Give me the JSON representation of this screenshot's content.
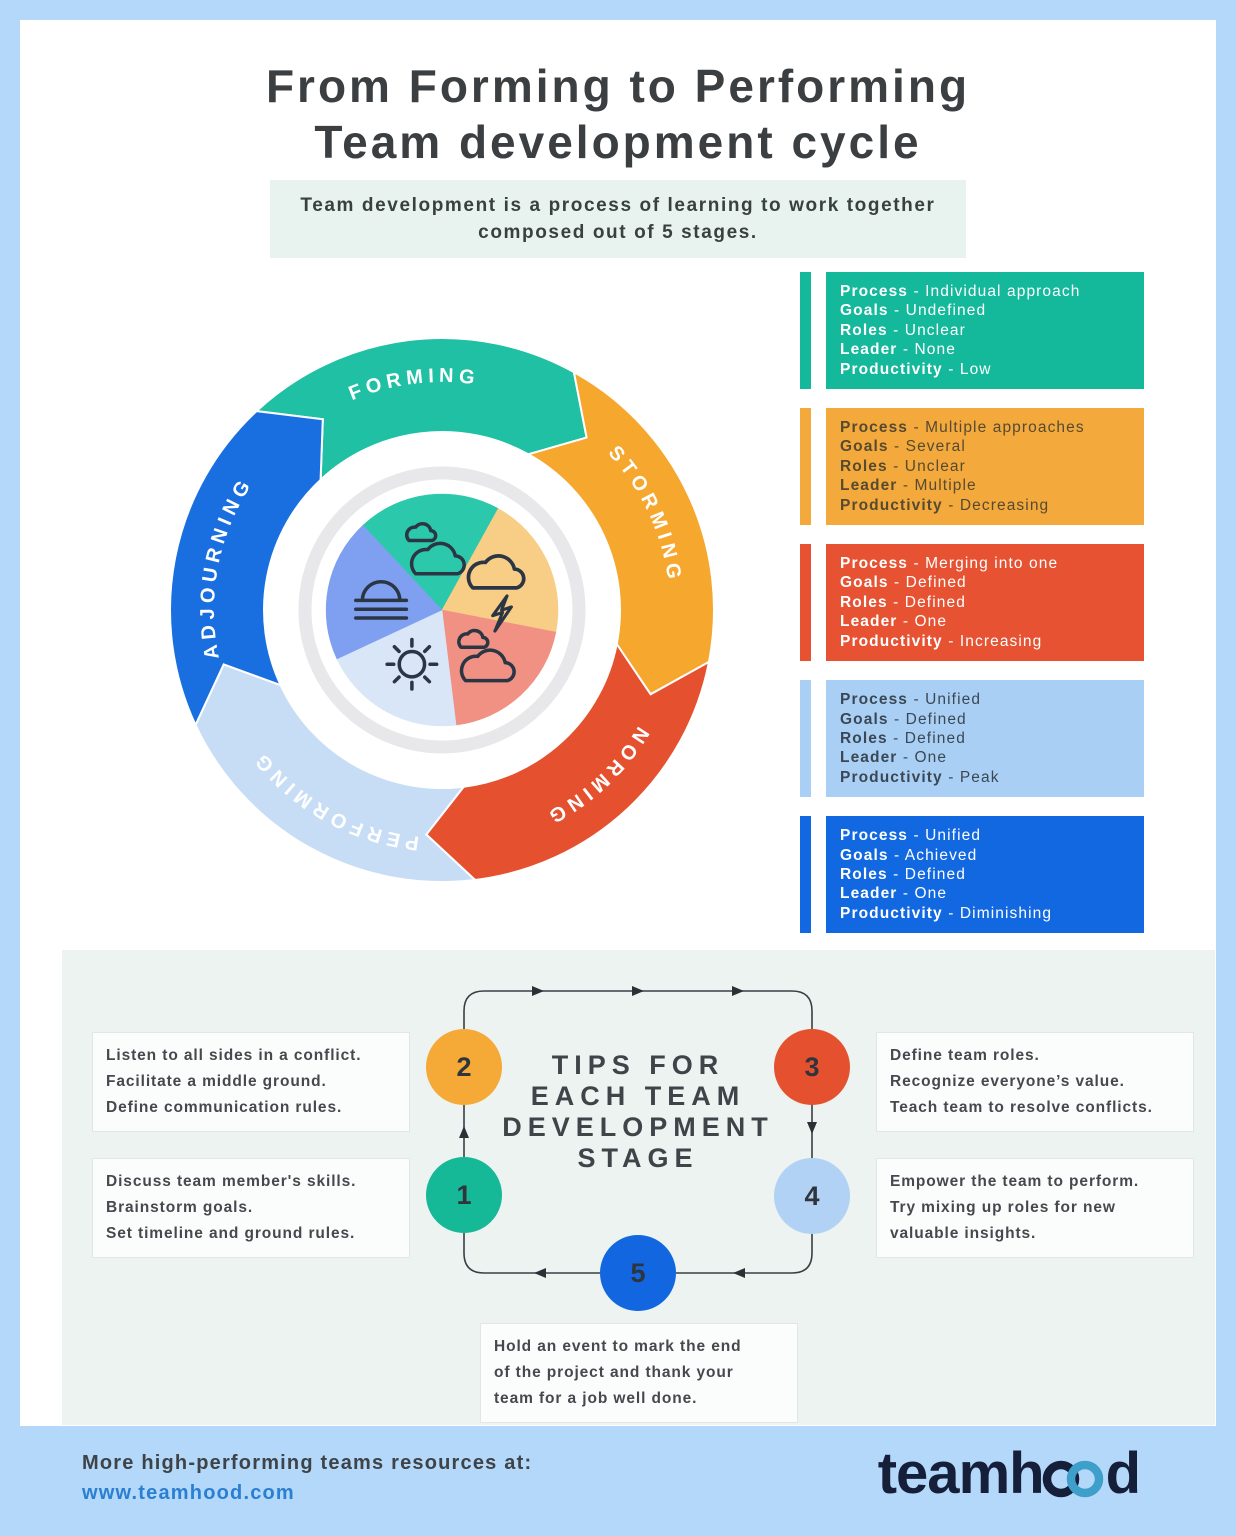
{
  "title": {
    "line1": "From Forming to Performing",
    "line2": "Team development cycle"
  },
  "subtitle": "Team development is a process of learning to work together\ncomposed out of 5 stages.",
  "cycle": {
    "stages": [
      {
        "name": "FORMING",
        "ring_color": "#1fc0a4",
        "pie_color": "#2cc8ab",
        "icon": "clouds-icon"
      },
      {
        "name": "STORMING",
        "ring_color": "#f6a72e",
        "pie_color": "#f8cd85",
        "icon": "storm-cloud-icon"
      },
      {
        "name": "NORMING",
        "ring_color": "#e5502e",
        "pie_color": "#f09184",
        "icon": "rain-clouds-icon"
      },
      {
        "name": "PERFORMING",
        "ring_color": "#c7ddf6",
        "pie_color": "#d9e6f8",
        "icon": "sun-icon"
      },
      {
        "name": "ADJOURNING",
        "ring_color": "#1a6fe0",
        "pie_color": "#7f9ff1",
        "icon": "sunrise-icon"
      }
    ]
  },
  "stage_boxes": [
    {
      "stage": "forming",
      "color": "#14b89b",
      "text_color": "#ffffff",
      "rows": [
        {
          "label": "Process",
          "value": "Individual approach"
        },
        {
          "label": "Goals",
          "value": "Undefined"
        },
        {
          "label": "Roles",
          "value": "Unclear"
        },
        {
          "label": "Leader",
          "value": "None"
        },
        {
          "label": "Productivity",
          "value": "Low"
        }
      ]
    },
    {
      "stage": "storming",
      "color": "#f3a93c",
      "text_color": "#564a31",
      "rows": [
        {
          "label": "Process",
          "value": "Multiple approaches"
        },
        {
          "label": "Goals",
          "value": "Several"
        },
        {
          "label": "Roles",
          "value": "Unclear"
        },
        {
          "label": "Leader",
          "value": "Multiple"
        },
        {
          "label": "Productivity",
          "value": "Decreasing"
        }
      ]
    },
    {
      "stage": "norming",
      "color": "#e65232",
      "text_color": "#ffffff",
      "rows": [
        {
          "label": "Process",
          "value": "Merging into one"
        },
        {
          "label": "Goals",
          "value": "Defined"
        },
        {
          "label": "Roles",
          "value": "Defined"
        },
        {
          "label": "Leader",
          "value": "One"
        },
        {
          "label": "Productivity",
          "value": "Increasing"
        }
      ]
    },
    {
      "stage": "performing",
      "color": "#a9d0f4",
      "text_color": "#3b4754",
      "rows": [
        {
          "label": "Process",
          "value": "Unified"
        },
        {
          "label": "Goals",
          "value": "Defined"
        },
        {
          "label": "Roles",
          "value": "Defined"
        },
        {
          "label": "Leader",
          "value": "One"
        },
        {
          "label": "Productivity",
          "value": "Peak"
        }
      ]
    },
    {
      "stage": "adjourning",
      "color": "#1268e0",
      "text_color": "#ffffff",
      "rows": [
        {
          "label": "Process",
          "value": "Unified"
        },
        {
          "label": "Goals",
          "value": "Achieved"
        },
        {
          "label": "Roles",
          "value": "Defined"
        },
        {
          "label": "Leader",
          "value": "One"
        },
        {
          "label": "Productivity",
          "value": "Diminishing"
        }
      ]
    }
  ],
  "tips": {
    "heading": "TIPS FOR\nEACH TEAM\nDEVELOPMENT\nSTAGE",
    "items": [
      {
        "number": "1",
        "color": "#15b997",
        "text": "Discuss team member's skills.\nBrainstorm goals.\nSet timeline and ground rules."
      },
      {
        "number": "2",
        "color": "#f5a936",
        "text": "Listen to all sides in a conflict.\nFacilitate a middle ground.\nDefine communication rules."
      },
      {
        "number": "3",
        "color": "#e5512f",
        "text": "Define team roles.\nRecognize everyone’s value.\nTeach team to resolve conflicts."
      },
      {
        "number": "4",
        "color": "#b1d2f4",
        "text": "Empower the team to perform.\nTry mixing up roles for new\nvaluable insights."
      },
      {
        "number": "5",
        "color": "#1267e0",
        "text": "Hold an event to mark the end\nof the project and thank your\nteam for a job well done."
      }
    ]
  },
  "footer": {
    "resources_text": "More high-performing teams resources at:",
    "url": "www.teamhood.com",
    "logo_prefix": "teamh",
    "logo_suffix": "d"
  },
  "colors": {
    "frame": "#b4d8f9",
    "page": "#ffffff",
    "subtitle_band": "#e8f2ef",
    "tips_panel": "#edf3f1",
    "flow_line": "#3a3f45",
    "link": "#2a7fd0",
    "logo_navy": "#161f3a",
    "logo_accent": "#3e9fcb"
  }
}
